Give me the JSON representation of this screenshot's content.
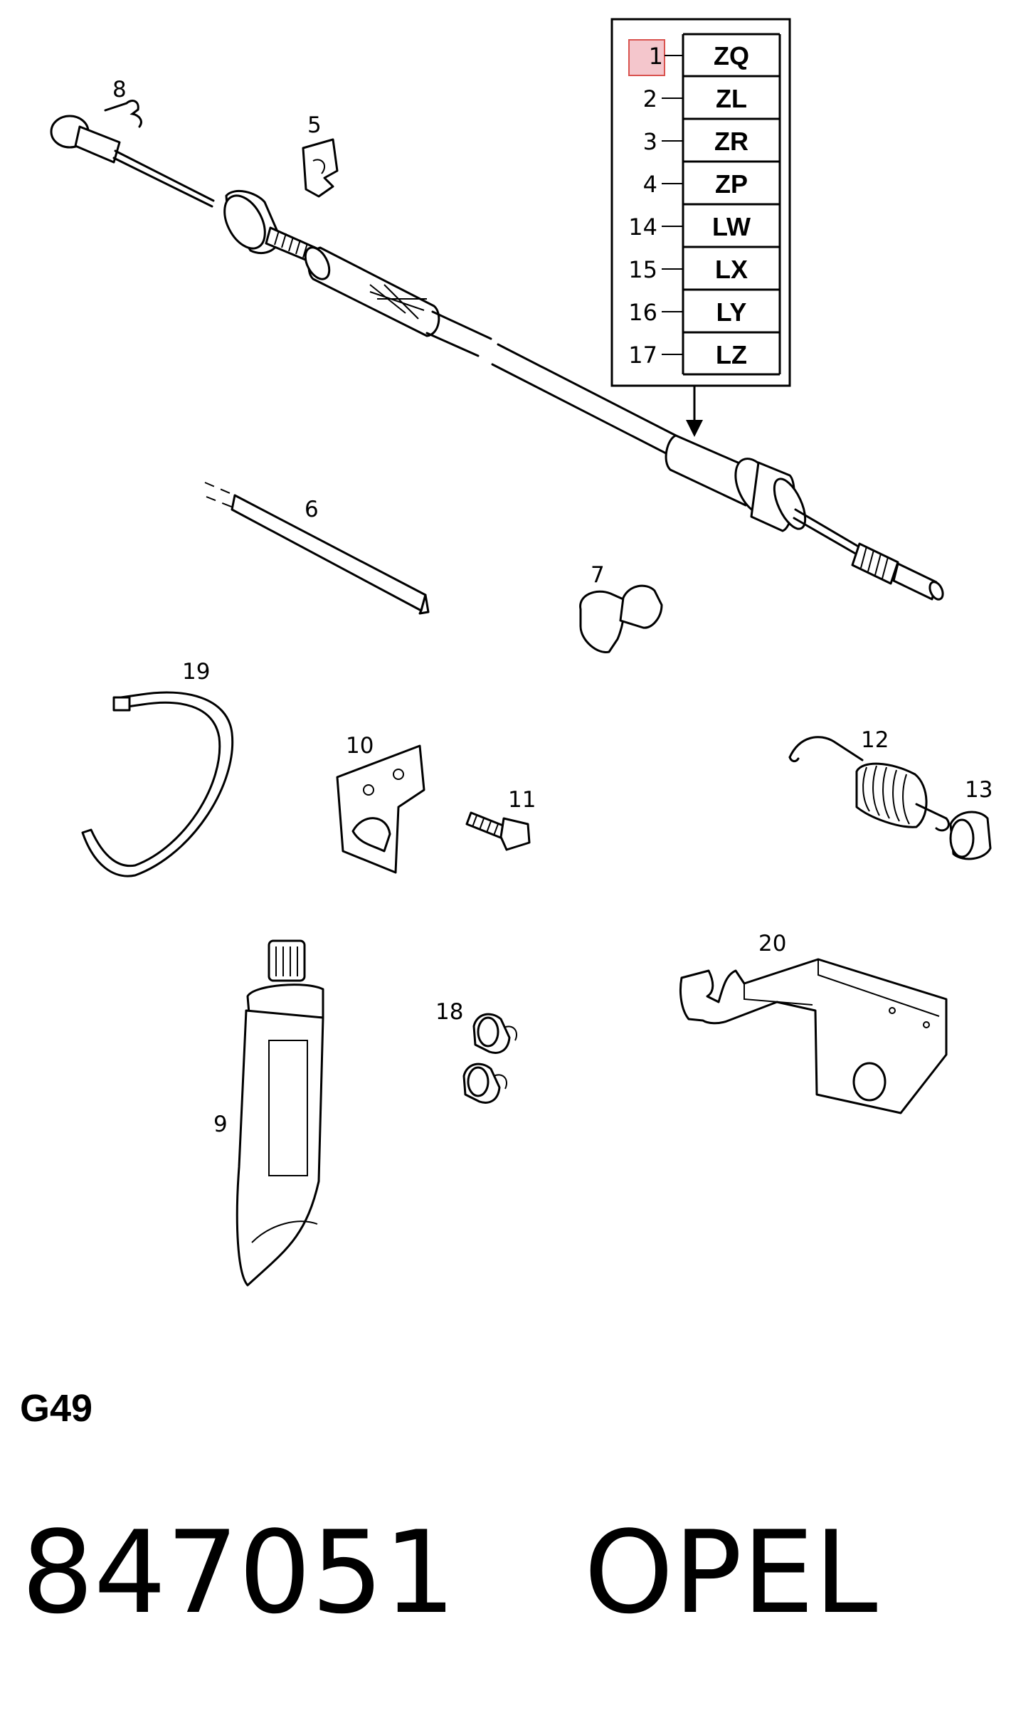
{
  "parts_diagram": {
    "callouts": [
      "8",
      "5",
      "6",
      "7",
      "19",
      "10",
      "11",
      "12",
      "13",
      "20",
      "18",
      "9"
    ],
    "variant_table": [
      {
        "ref": "1",
        "code": "ZQ",
        "highlighted": true
      },
      {
        "ref": "2",
        "code": "ZL"
      },
      {
        "ref": "3",
        "code": "ZR"
      },
      {
        "ref": "4",
        "code": "ZP"
      },
      {
        "ref": "14",
        "code": "LW"
      },
      {
        "ref": "15",
        "code": "LX"
      },
      {
        "ref": "16",
        "code": "LY"
      },
      {
        "ref": "17",
        "code": "LZ"
      }
    ],
    "highlight_color": "#f4c6cc",
    "highlight_border": "#d9534f"
  },
  "section_code": "G49",
  "footer": {
    "part_number": "847051",
    "brand": "OPEL"
  }
}
